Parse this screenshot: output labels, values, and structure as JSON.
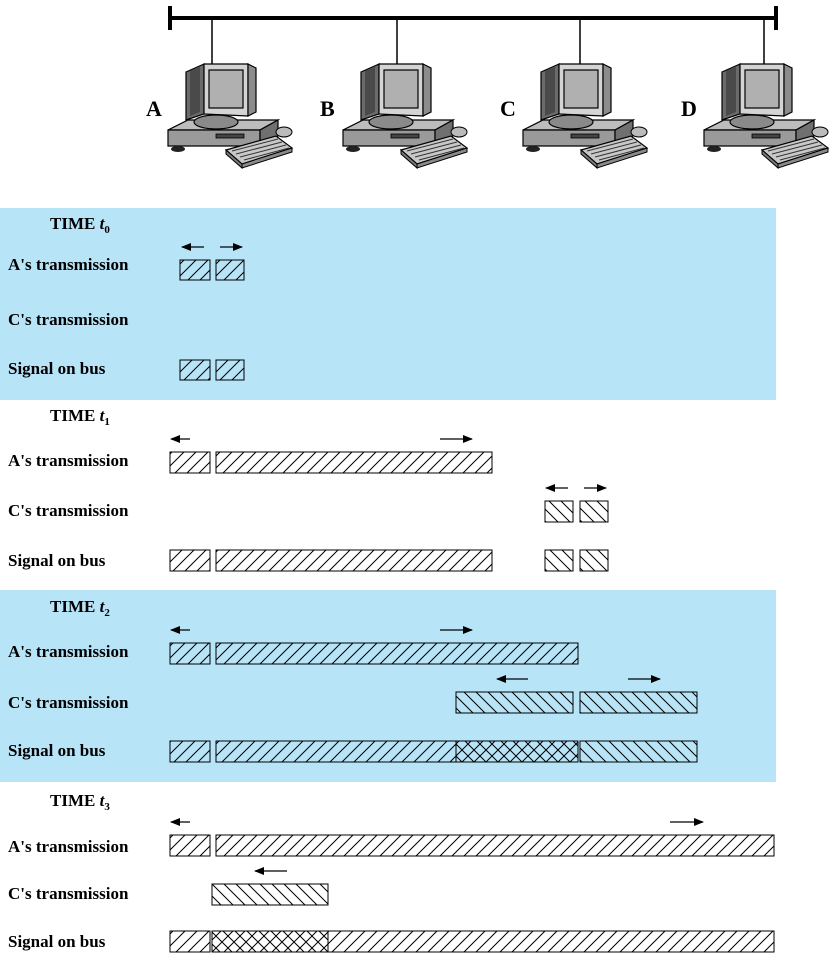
{
  "hosts": [
    "A",
    "B",
    "C",
    "D"
  ],
  "time_label_prefix": "TIME",
  "time_label_var": "t",
  "rows": [
    "A's transmission",
    "C's transmission",
    "Signal on bus"
  ],
  "colors": {
    "panel_shaded": "#b8e4f7",
    "panel_plain": "#ffffff",
    "ink": "#000000"
  },
  "panels": [
    {
      "time_index": "0",
      "shaded": true
    },
    {
      "time_index": "1",
      "shaded": false
    },
    {
      "time_index": "2",
      "shaded": true
    },
    {
      "time_index": "3",
      "shaded": false
    }
  ]
}
